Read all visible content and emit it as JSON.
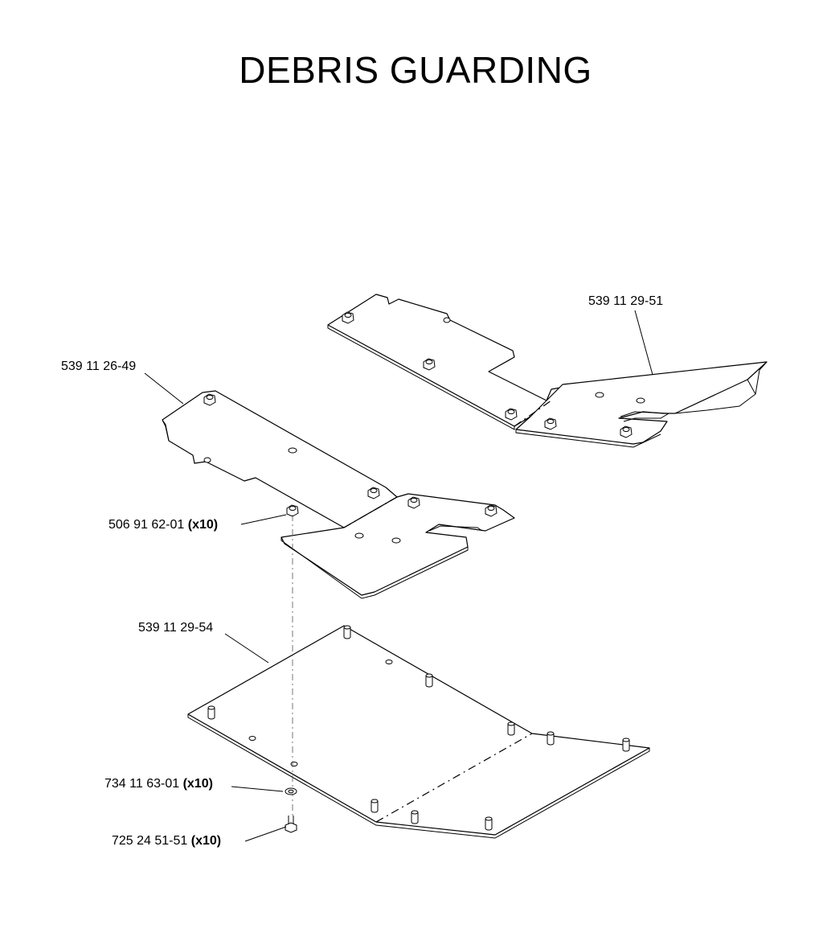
{
  "title": "DEBRIS GUARDING",
  "parts": [
    {
      "number": "539 11 29-51",
      "qty": ""
    },
    {
      "number": "539 11 26-49",
      "qty": ""
    },
    {
      "number": "506 91 62-01",
      "qty": "(x10)"
    },
    {
      "number": "539 11 29-54",
      "qty": ""
    },
    {
      "number": "734 11 63-01",
      "qty": "(x10)"
    },
    {
      "number": "725 24 51-51",
      "qty": "(x10)"
    }
  ]
}
